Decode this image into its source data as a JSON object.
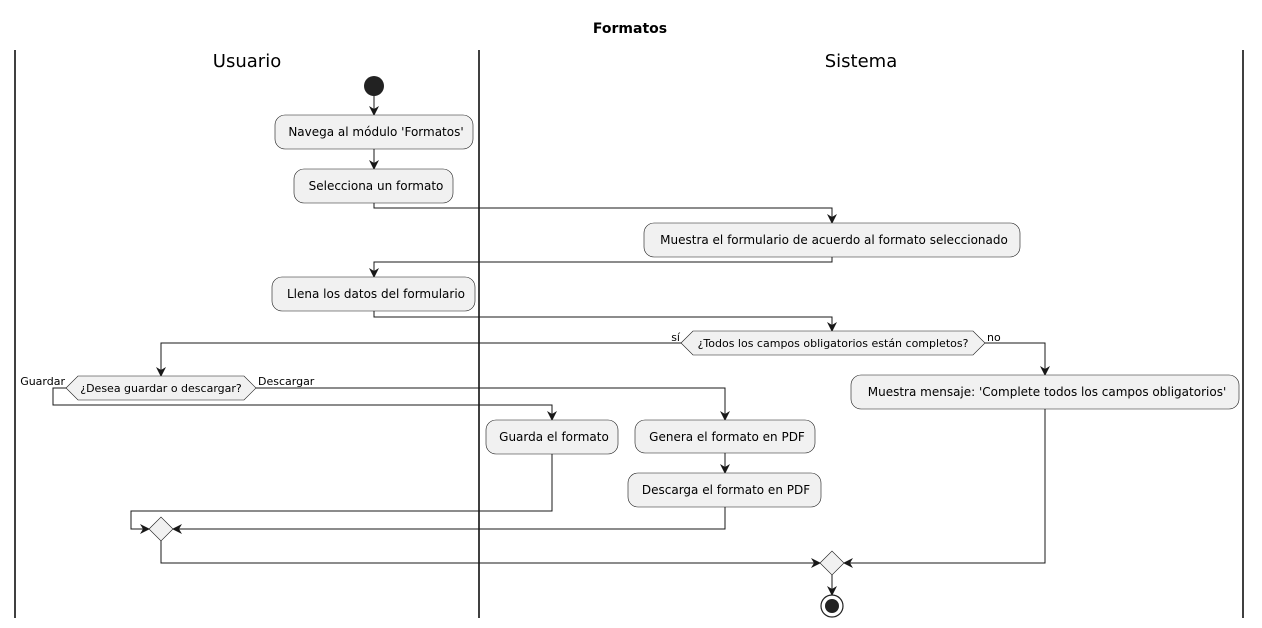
{
  "diagram": {
    "title": "Formatos",
    "lanes": {
      "user": "Usuario",
      "system": "Sistema"
    },
    "activities": {
      "navigate": "Navega al módulo 'Formatos'",
      "select": "Selecciona un formato",
      "show_form": "Muestra el formulario de acuerdo al formato seleccionado",
      "fill_form": "Llena los datos del formulario",
      "show_message": "Muestra mensaje: 'Complete todos los campos obligatorios'",
      "save": "Guarda el formato",
      "generate_pdf": "Genera el formato en PDF",
      "download_pdf": "Descarga el formato en PDF"
    },
    "decisions": {
      "fields_complete": "¿Todos los campos obligatorios están completos?",
      "save_or_download": "¿Desea guardar o descargar?"
    },
    "branch_labels": {
      "yes": "sí",
      "no": "no",
      "save": "Guardar",
      "download": "Descargar"
    }
  }
}
